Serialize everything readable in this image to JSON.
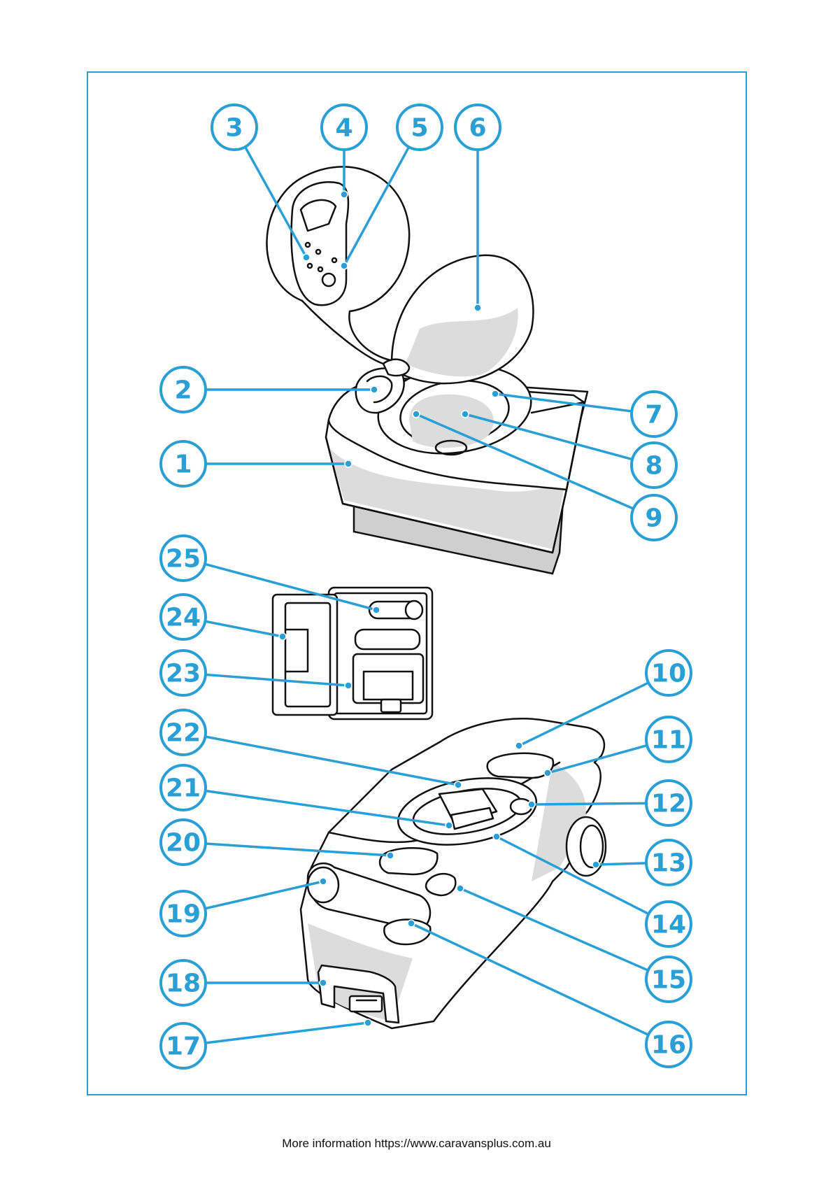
{
  "callout_color": "#2a9fd6",
  "callouts": [
    {
      "label": "1"
    },
    {
      "label": "2"
    },
    {
      "label": "3"
    },
    {
      "label": "4"
    },
    {
      "label": "5"
    },
    {
      "label": "6"
    },
    {
      "label": "7"
    },
    {
      "label": "8"
    },
    {
      "label": "9"
    },
    {
      "label": "10"
    },
    {
      "label": "11"
    },
    {
      "label": "12"
    },
    {
      "label": "13"
    },
    {
      "label": "14"
    },
    {
      "label": "15"
    },
    {
      "label": "16"
    },
    {
      "label": "17"
    },
    {
      "label": "18"
    },
    {
      "label": "19"
    },
    {
      "label": "20"
    },
    {
      "label": "21"
    },
    {
      "label": "22"
    },
    {
      "label": "23"
    },
    {
      "label": "24"
    },
    {
      "label": "25"
    }
  ],
  "footer": {
    "text": "More information https://www.caravansplus.com.au"
  }
}
